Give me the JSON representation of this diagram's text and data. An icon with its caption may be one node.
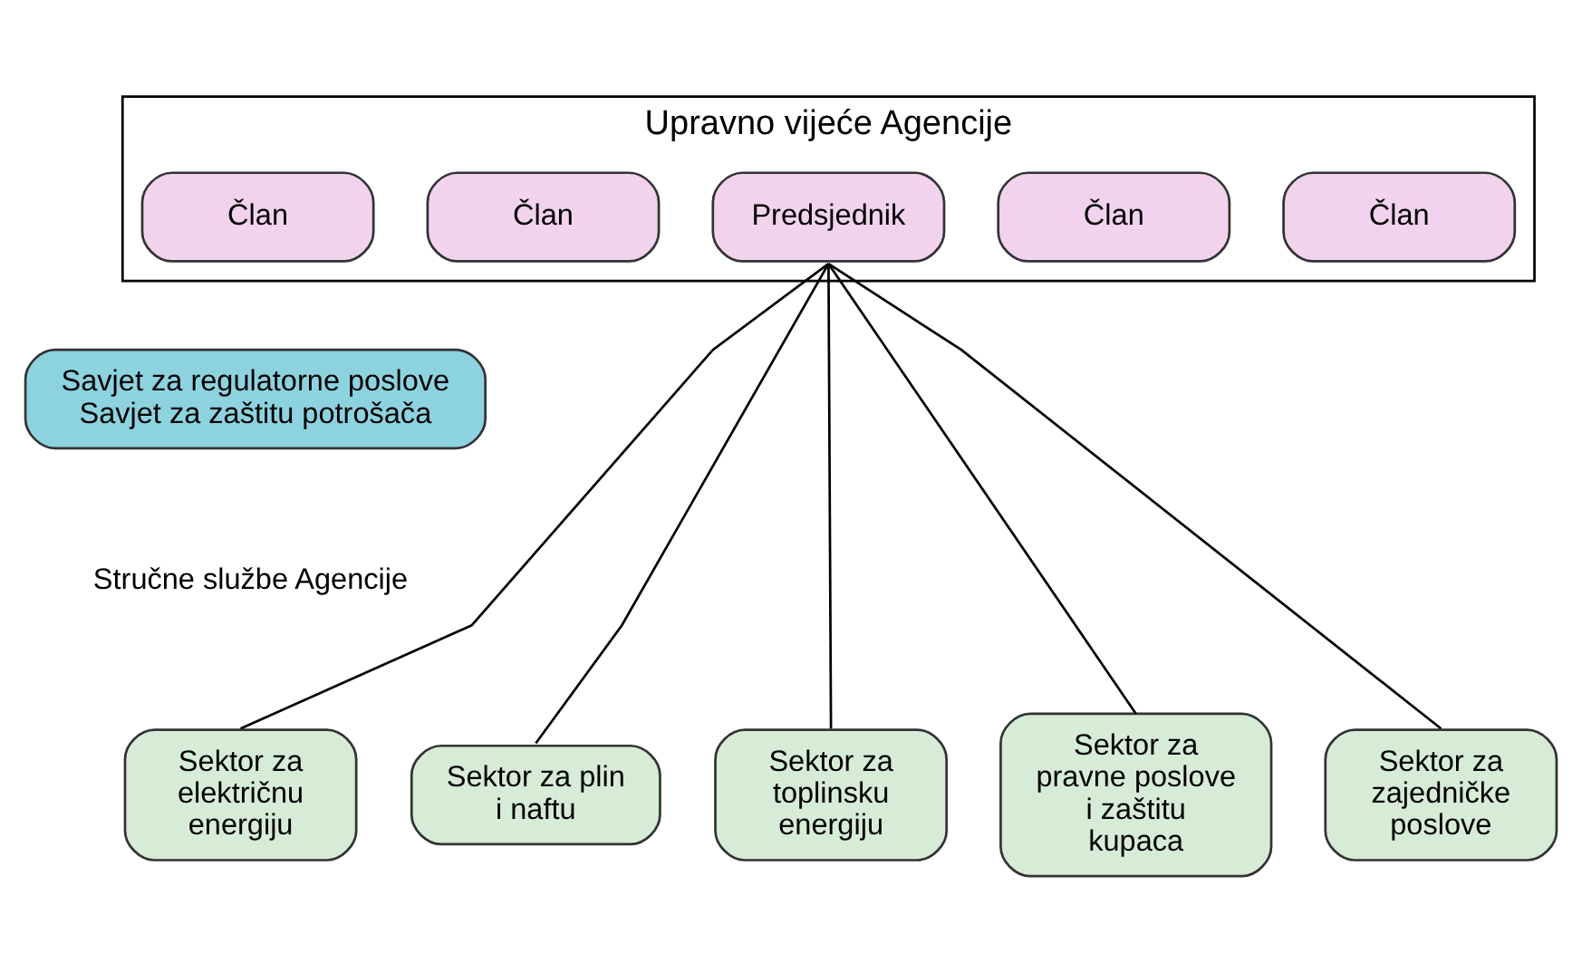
{
  "diagram": {
    "nodes": [
      {
        "text": [
          "Upravno vijeće Agencije"
        ]
      },
      {
        "text": [
          "Član"
        ],
        "in": 0
      },
      {
        "text": [
          "Član"
        ],
        "in": 0
      },
      {
        "text": [
          "Predsjednik"
        ],
        "in": 0
      },
      {
        "text": [
          "Član"
        ],
        "in": 0
      },
      {
        "text": [
          "Član"
        ],
        "in": 0
      },
      {
        "text": [
          "Savjet za regulatorne poslove",
          "Savjet za zaštitu potrošača"
        ]
      },
      {
        "text": [
          "Sektor za električnu energiju"
        ]
      },
      {
        "text": [
          "Sektor za plin i naftu"
        ]
      },
      {
        "text": [
          "Sektor za toplinsku energiju"
        ]
      },
      {
        "text": [
          "Sektor za pravne poslove i zaštitu kupaca"
        ]
      },
      {
        "text": [
          "Sektor za zajedničke poslove"
        ]
      }
    ],
    "edges": [
      {
        "from": 3,
        "to": 7,
        "arrow": "none"
      },
      {
        "from": 3,
        "to": 8,
        "arrow": "none"
      },
      {
        "from": 3,
        "to": 9,
        "arrow": "none"
      },
      {
        "from": 3,
        "to": 10,
        "arrow": "none"
      },
      {
        "from": 3,
        "to": 11,
        "arrow": "none"
      }
    ],
    "labels": [
      "Stručne službe Agencije"
    ]
  }
}
